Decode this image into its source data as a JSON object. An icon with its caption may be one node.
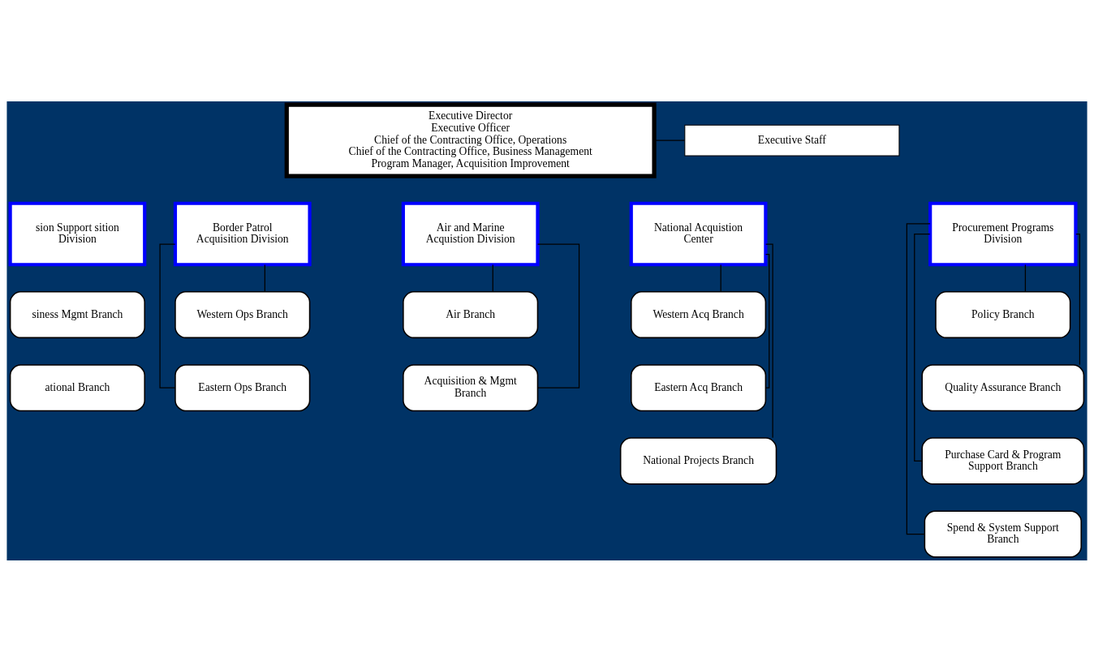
{
  "diagram": {
    "nodes": [
      {
        "text": [
          "Executive Director",
          "Executive Officer",
          "Chief of the Contracting Office, Operations",
          "Chief of the Contracting Office, Business Management",
          "Program Manager, Acquisition Improvement"
        ]
      },
      {
        "text": [
          "Executive Staff"
        ]
      },
      {
        "text": [
          "sion Support sition Division"
        ]
      },
      {
        "text": [
          "siness Mgmt Branch"
        ]
      },
      {
        "text": [
          "ational Branch"
        ]
      },
      {
        "text": [
          "Border Patrol Acquisition Division"
        ]
      },
      {
        "text": [
          "Western Ops Branch"
        ]
      },
      {
        "text": [
          "Eastern Ops Branch"
        ]
      },
      {
        "text": [
          "Air and Marine Acquistion Division"
        ]
      },
      {
        "text": [
          "Air Branch"
        ]
      },
      {
        "text": [
          "Acquisition & Mgmt Branch"
        ]
      },
      {
        "text": [
          "National Acquistion Center"
        ]
      },
      {
        "text": [
          "Western Acq Branch"
        ]
      },
      {
        "text": [
          "Eastern Acq Branch"
        ]
      },
      {
        "text": [
          "National Projects Branch"
        ]
      },
      {
        "text": [
          "Procurement Programs Division"
        ]
      },
      {
        "text": [
          "Policy Branch"
        ]
      },
      {
        "text": [
          "Quality Assurance Branch"
        ]
      },
      {
        "text": [
          "Purchase Card & Program Support Branch"
        ]
      },
      {
        "text": [
          "Spend & System Support Branch"
        ]
      }
    ],
    "edges": [
      {
        "from": 0,
        "to": 1,
        "arrow": "none"
      },
      {
        "from": 5,
        "to": 6,
        "arrow": "none"
      },
      {
        "from": 5,
        "to": 7,
        "arrow": "none"
      },
      {
        "from": 8,
        "to": 9,
        "arrow": "none"
      },
      {
        "from": 8,
        "to": 10,
        "arrow": "none"
      },
      {
        "from": 11,
        "to": 12,
        "arrow": "none"
      },
      {
        "from": 11,
        "to": 13,
        "arrow": "none"
      },
      {
        "from": 11,
        "to": 14,
        "arrow": "none"
      },
      {
        "from": 15,
        "to": 16,
        "arrow": "none"
      },
      {
        "from": 15,
        "to": 17,
        "arrow": "none"
      },
      {
        "from": 15,
        "to": 18,
        "arrow": "none"
      },
      {
        "from": 15,
        "to": 19,
        "arrow": "none"
      }
    ]
  }
}
